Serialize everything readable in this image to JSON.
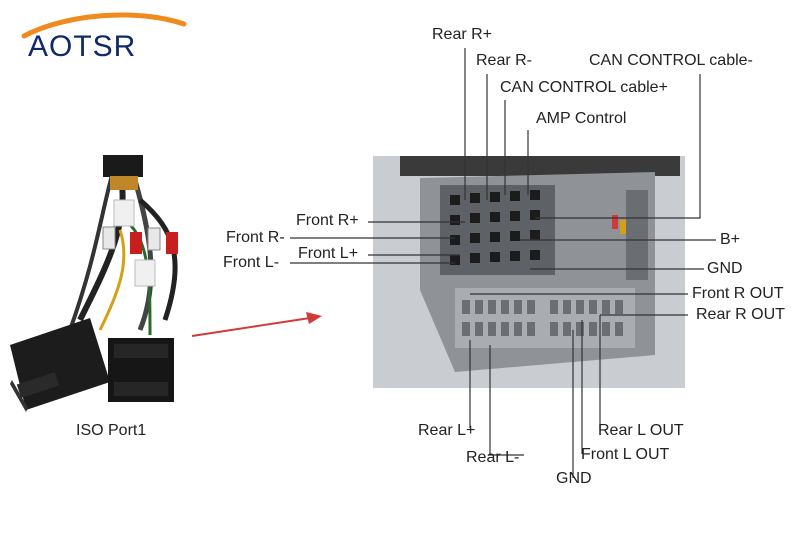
{
  "brand": {
    "logo_text": "AOTSR"
  },
  "harness": {
    "caption": "ISO Port1"
  },
  "connector_labels": {
    "rear_r_plus": "Rear R+",
    "rear_r_minus": "Rear R-",
    "can_control_minus": "CAN CONTROL cable-",
    "can_control_plus": "CAN CONTROL cable+",
    "amp_control": "AMP Control",
    "front_r_plus": "Front R+",
    "front_r_minus": "Front R-",
    "front_l_plus": "Front L+",
    "front_l_minus": "Front L-",
    "b_plus": "B+",
    "gnd_top": "GND",
    "front_r_out": "Front R OUT",
    "rear_r_out": "Rear R OUT",
    "rear_l_out": "Rear L OUT",
    "front_l_out": "Front L OUT",
    "rear_l_plus": "Rear L+",
    "rear_l_minus": "Rear L-",
    "gnd_bottom": "GND"
  },
  "colors": {
    "brand_blue": "#0e2a6b",
    "logo_swoosh": "#f08a1c",
    "arrow": "#d23a3a",
    "leader": "#333333"
  }
}
